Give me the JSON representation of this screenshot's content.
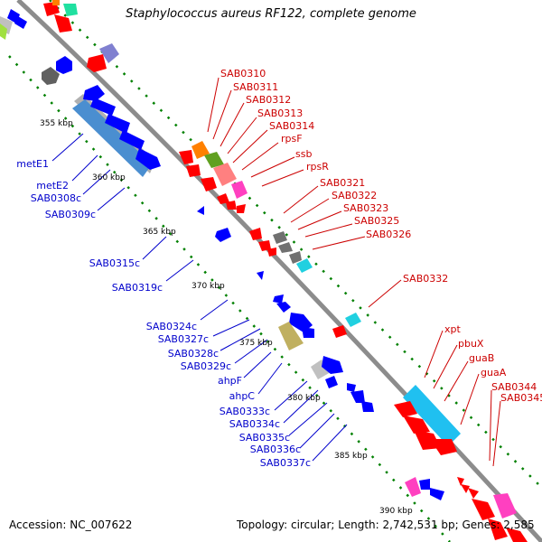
{
  "title": "Staphylococcus aureus RF122, complete genome",
  "accession": "Accession: NC_007622",
  "topology": "Topology: circular; Length: 2,742,531 bp; Genes: 2,585",
  "kbp_labels": [
    "355 kbp",
    "360 kbp",
    "365 kbp",
    "370 kbp",
    "375 kbp",
    "380 kbp",
    "385 kbp",
    "390 kbp"
  ],
  "blue_labels": [
    "metE1",
    "metE2",
    "SAB0308c",
    "SAB0309c",
    "SAB0315c",
    "SAB0319c",
    "SAB0324c",
    "SAB0327c",
    "SAB0328c",
    "SAB0329c",
    "ahpF",
    "ahpC",
    "SAB0333c",
    "SAB0334c",
    "SAB0335c",
    "SAB0336c",
    "SAB0337c"
  ],
  "red_labels": [
    "SAB0310",
    "SAB0311",
    "SAB0312",
    "SAB0313",
    "SAB0314",
    "rpsF",
    "ssb",
    "rpsR",
    "SAB0321",
    "SAB0322",
    "SAB0323",
    "SAB0325",
    "SAB0326",
    "SAB0332",
    "xpt",
    "pbuX",
    "guaB",
    "guaA",
    "SAB0344",
    "SAB0345"
  ],
  "colors": {
    "forward": "#ff0000",
    "reverse": "#0000ff",
    "backbone": "#909090",
    "tick": "#008000",
    "forward_label": "#cc0000",
    "reverse_label": "#0000cc"
  }
}
